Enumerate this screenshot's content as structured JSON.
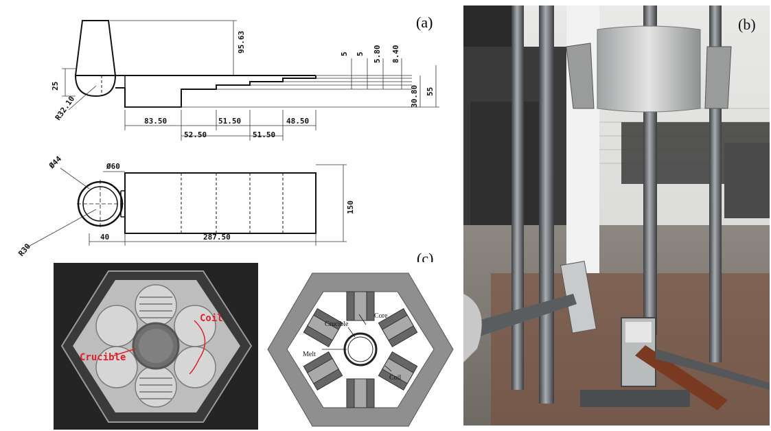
{
  "panels": {
    "a": {
      "label": "(a)"
    },
    "b": {
      "label": "(b)"
    },
    "c": {
      "label": "(c)"
    }
  },
  "drawing_a": {
    "side_view": {
      "vertical_dims": [
        "95.63",
        "5",
        "5",
        "5.80",
        "8.40",
        "30.80",
        "55",
        "25"
      ],
      "radius": "R32.10",
      "horizontal_dims_top_row": [
        "83.50",
        "51.50",
        "48.50"
      ],
      "horizontal_dims_bottom_row": [
        "52.50",
        "51.50"
      ]
    },
    "top_view": {
      "diameters": [
        "Ø44",
        "Ø60"
      ],
      "radius": "R30",
      "width": "150",
      "lengths": [
        "40",
        "287.50"
      ]
    }
  },
  "photo_c": {
    "labels": {
      "crucible": "Crucible",
      "coil": "Coil"
    },
    "label_color": "#e0202a"
  },
  "schematic_c": {
    "labels": {
      "crucible": "Crucible",
      "core": "Core",
      "melt": "Melt",
      "coil": "Coil"
    },
    "colors": {
      "frame": "#8f8f8f",
      "coil": "#666666",
      "core": "#a9a9a9"
    }
  }
}
